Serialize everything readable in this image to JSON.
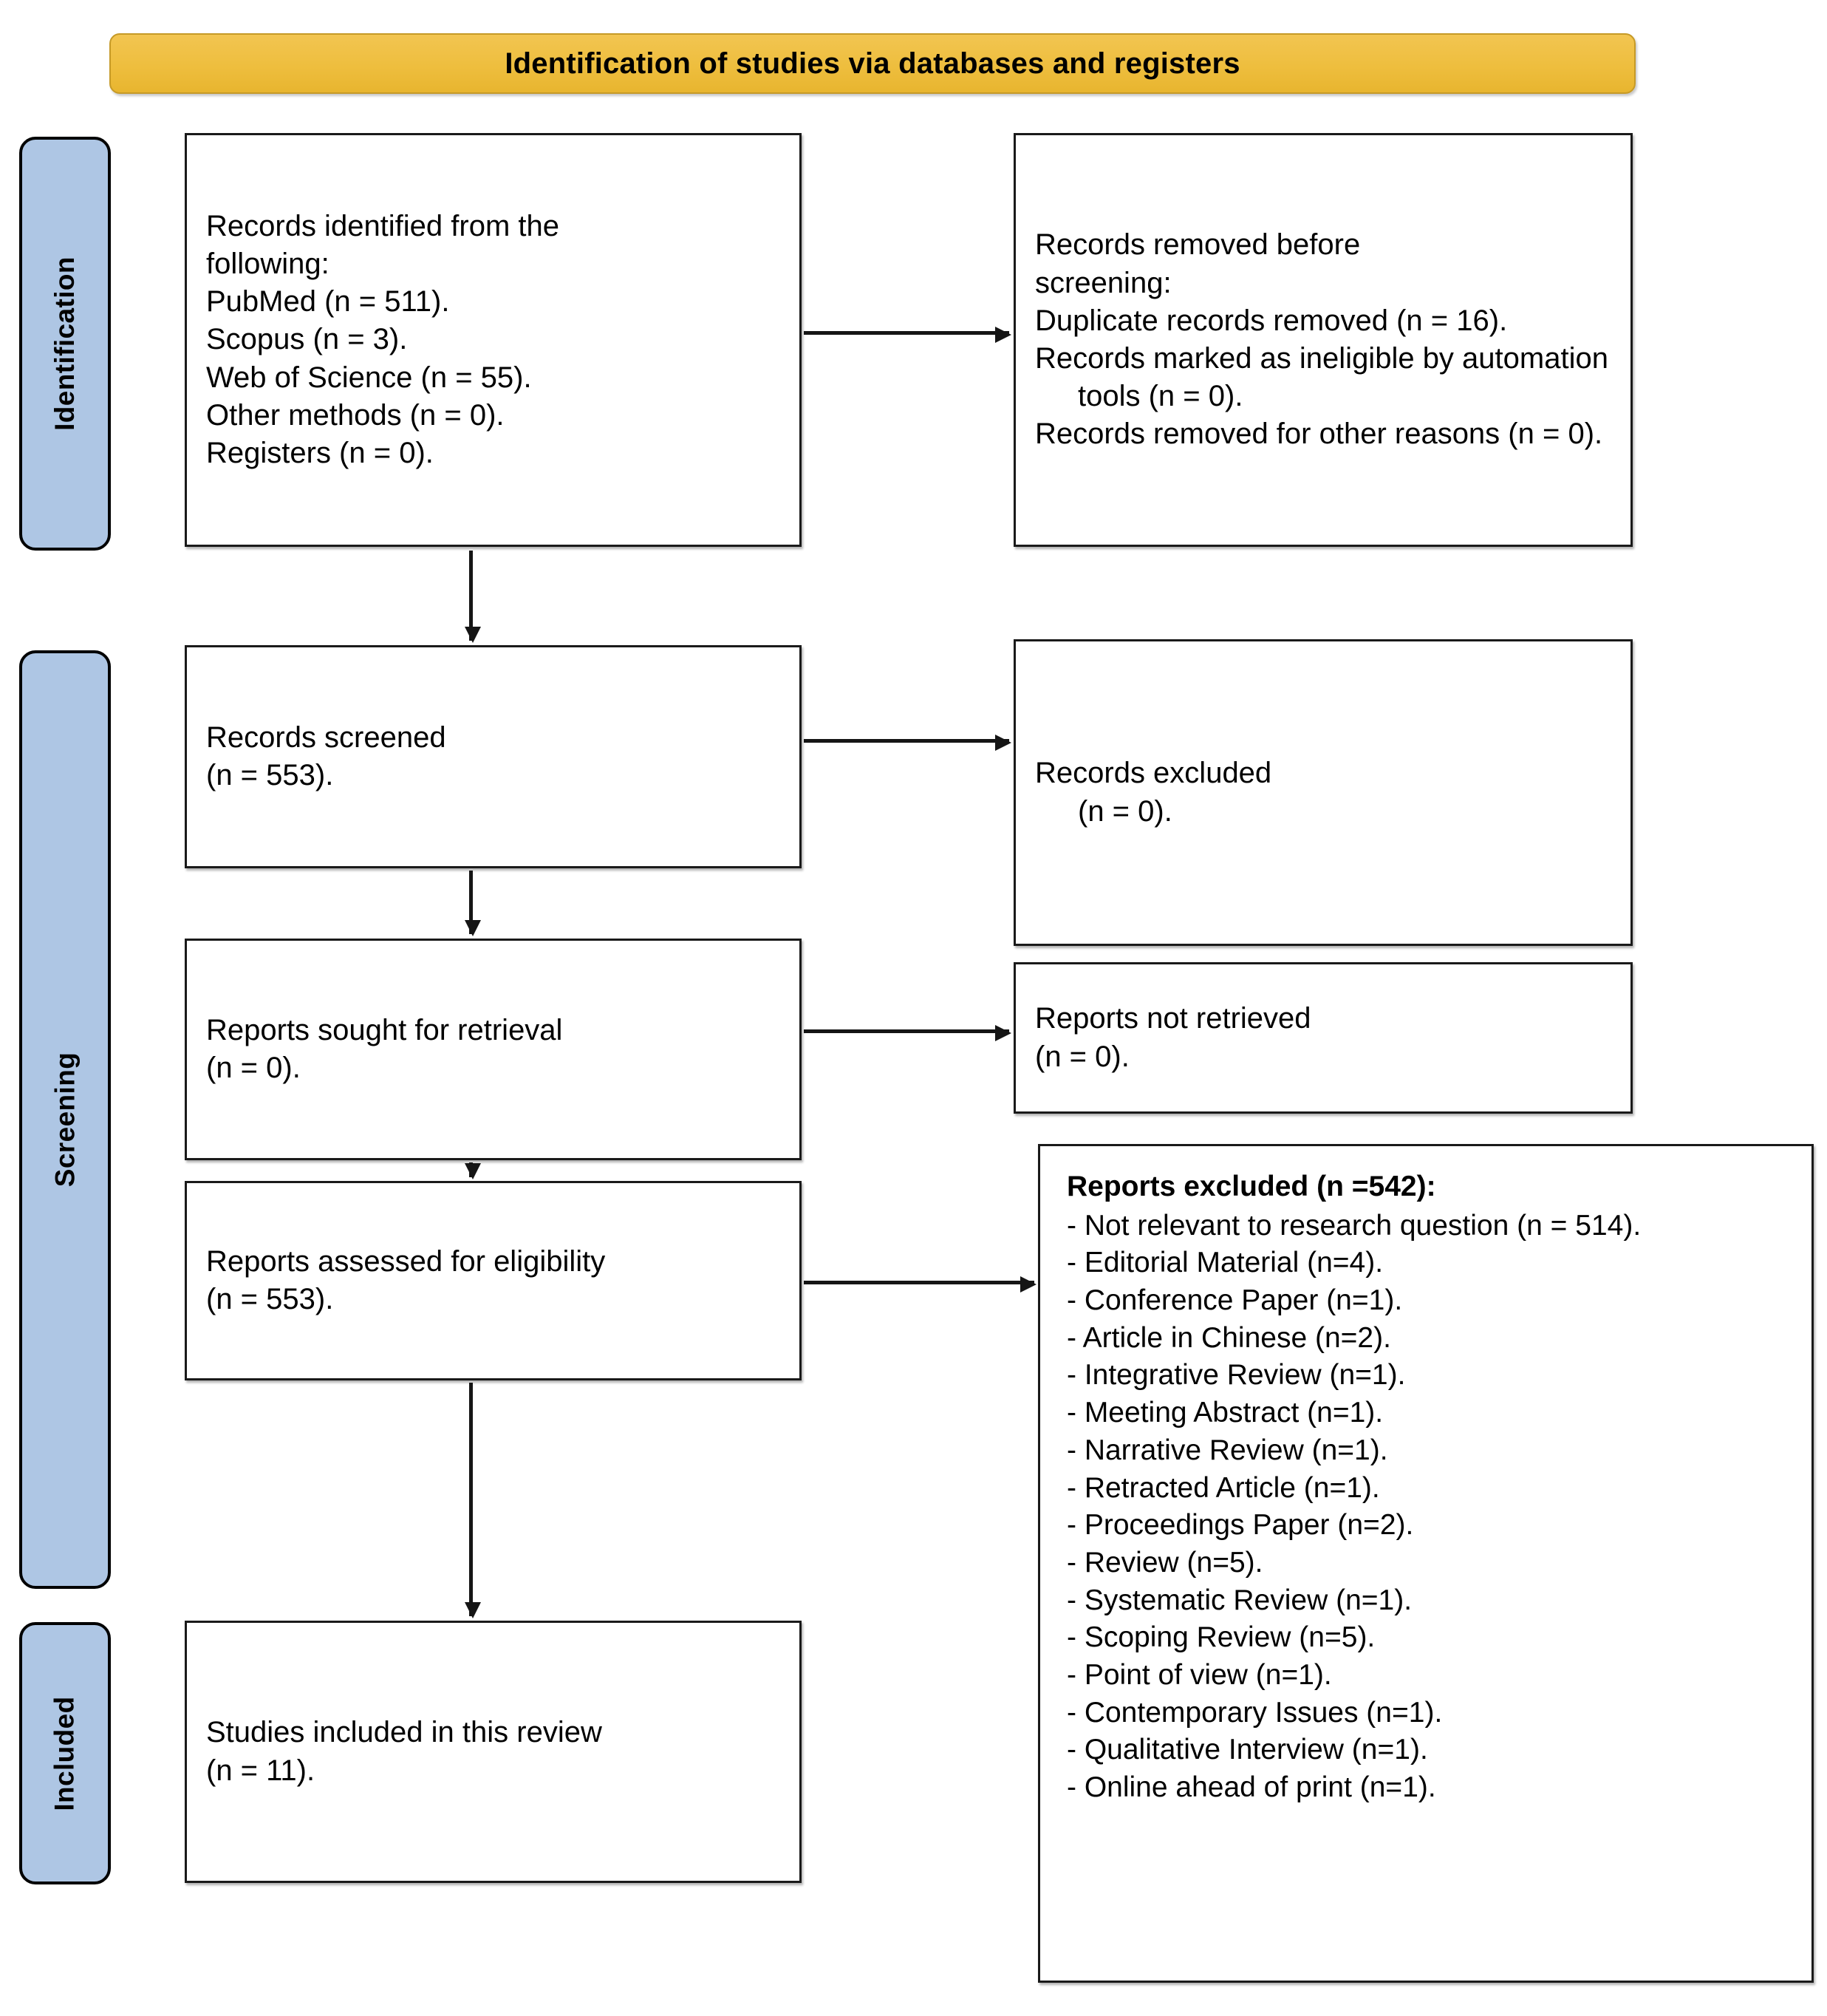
{
  "banner": {
    "title": "Identification of studies via databases and registers"
  },
  "stages": [
    {
      "name": "identification",
      "label": "Identification"
    },
    {
      "name": "screening",
      "label": "Screening"
    },
    {
      "name": "included",
      "label": "Included"
    }
  ],
  "boxes": {
    "identified": {
      "lines": [
        "Records identified from the",
        "following:",
        "PubMed (n = 511).",
        "Scopus (n = 3).",
        "Web of Science (n = 55).",
        "Other methods (n = 0).",
        "Registers (n = 0)."
      ]
    },
    "removed_before_screening": {
      "line1": "Records removed ",
      "line1_italic": "before",
      "line2_italic": "screening",
      "line2_tail": ":",
      "line3": "Duplicate records removed  (n = 16).",
      "line4": "Records marked as ineligible by automation tools (n = 0).",
      "line5": "Records removed for other reasons (n = 0)."
    },
    "screened": {
      "line1": "Records screened",
      "line2": "(n = 553)."
    },
    "records_excluded": {
      "line1": "Records excluded",
      "line2": "(n = 0)."
    },
    "sought": {
      "line1": "Reports sought for retrieval",
      "line2": "(n = 0)."
    },
    "not_retrieved": {
      "line1": "Reports not retrieved",
      "line2": "(n = 0)."
    },
    "assessed": {
      "line1": "Reports assessed for eligibility",
      "line2": "(n = 553)."
    },
    "reports_excluded": {
      "heading": "Reports excluded (n =542):",
      "reasons": [
        "- Not relevant to research question (n = 514).",
        "- Editorial Material (n=4).",
        "- Conference Paper (n=1).",
        "- Article in Chinese (n=2).",
        "- Integrative Review (n=1).",
        "- Meeting Abstract (n=1).",
        "- Narrative Review (n=1).",
        "- Retracted Article (n=1).",
        "- Proceedings Paper (n=2).",
        "- Review (n=5).",
        "- Systematic Review (n=1).",
        "- Scoping Review (n=5).",
        "- Point of view (n=1).",
        "- Contemporary Issues (n=1).",
        "- Qualitative Interview (n=1).",
        "- Online ahead of print (n=1)."
      ]
    },
    "included": {
      "line1": "Studies included in this review",
      "line2": "(n = 11)."
    }
  },
  "colors": {
    "banner_fill": "#EEBE3E",
    "banner_border": "#C69A27",
    "stage_tab_fill": "#AEC6E4",
    "box_border": "#1A1A1A",
    "arrow": "#151515",
    "background": "#FFFFFF"
  }
}
